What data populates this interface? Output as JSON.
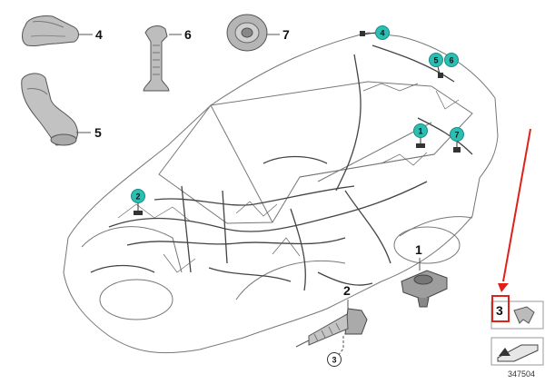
{
  "diagram": {
    "parts": [
      {
        "label": "1"
      },
      {
        "label": "2"
      },
      {
        "label": "3"
      },
      {
        "label": "4"
      },
      {
        "label": "5"
      },
      {
        "label": "6"
      },
      {
        "label": "7"
      }
    ],
    "callouts": [
      "1",
      "2",
      "4",
      "5",
      "6",
      "7"
    ],
    "sub_callout": "3",
    "inset": {
      "part": "3",
      "id": "347504"
    },
    "colors": {
      "callout": "#2bbfb3",
      "arrow": "#e0201b",
      "highlight_box": "#e0201b",
      "line": "#555555"
    }
  }
}
